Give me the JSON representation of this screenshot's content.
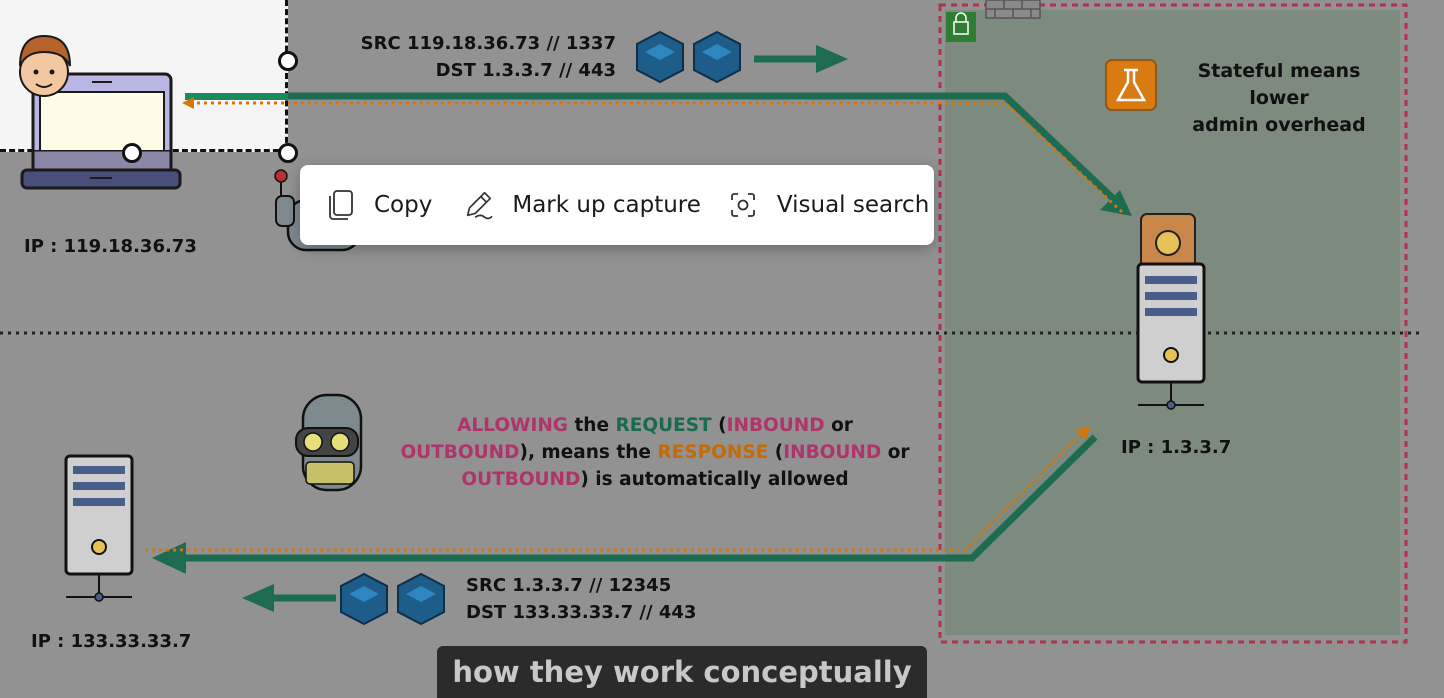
{
  "client": {
    "ip_label": "IP : 119.18.36.73"
  },
  "server": {
    "ip_label": "IP : 1.3.3.7"
  },
  "remote_server": {
    "ip_label": "IP : 133.33.33.7"
  },
  "request_packet": {
    "src": "SRC 119.18.36.73 // 1337",
    "dst": "DST 1.3.3.7 // 443"
  },
  "response_packet": {
    "src": "SRC 1.3.3.7 // 12345",
    "dst": "DST 133.33.33.7 // 443"
  },
  "stateful_note": {
    "line1": "Stateful means lower",
    "line2": "admin overhead"
  },
  "explanation": {
    "w1": "ALLOWING",
    "w2": " the ",
    "w3": "REQUEST",
    "w4": " (",
    "w5": "INBOUND",
    "w6": " or",
    "w7": "OUTBOUND",
    "w8": "), means the ",
    "w9": "RESPONSE",
    "w10": " (",
    "w11": "INBOUND",
    "w12": " or",
    "w13": "OUTBOUND",
    "w14": ") is automatically allowed"
  },
  "capture_toolbar": {
    "copy_label": "Copy",
    "markup_label": "Mark up capture",
    "visual_search_label": "Visual search",
    "icons": [
      "copy-icon",
      "pen-icon",
      "visual-search-icon"
    ]
  },
  "caption": {
    "text": "how they work conceptually"
  },
  "colors": {
    "overlay": "#929292",
    "vpc_fill": "#7d8a7e",
    "vpc_border": "#b0334f",
    "arrow_green": "#1d6b50",
    "arrow_orange": "#d4760a",
    "pink_text": "#b0336b",
    "green_text": "#1a6b4e",
    "orange_text": "#c56b05"
  }
}
